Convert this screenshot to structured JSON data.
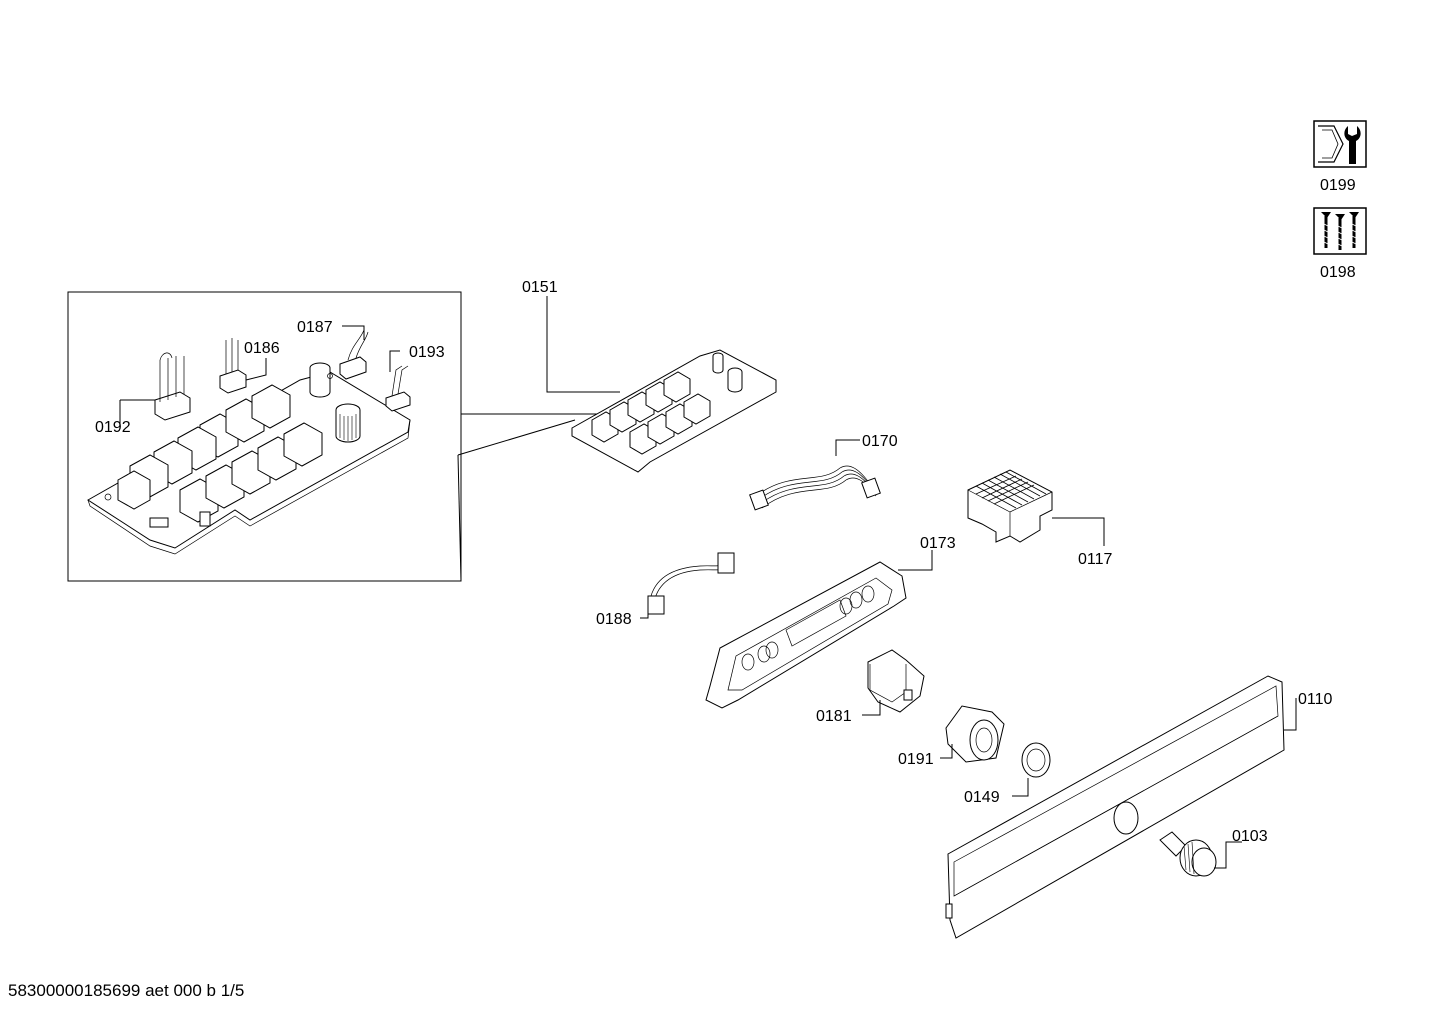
{
  "labels": {
    "p0199": "0199",
    "p0198": "0198",
    "p0151": "0151",
    "p0187": "0187",
    "p0186": "0186",
    "p0193": "0193",
    "p0192": "0192",
    "p0170": "0170",
    "p0117": "0117",
    "p0173": "0173",
    "p0188": "0188",
    "p0110": "0110",
    "p0181": "0181",
    "p0191": "0191",
    "p0149": "0149",
    "p0103": "0103"
  },
  "footer": "58300000185699 aet 000 b 1/5",
  "icons": {
    "p0199": "wrench-nut-icon",
    "p0198": "screws-icon"
  }
}
